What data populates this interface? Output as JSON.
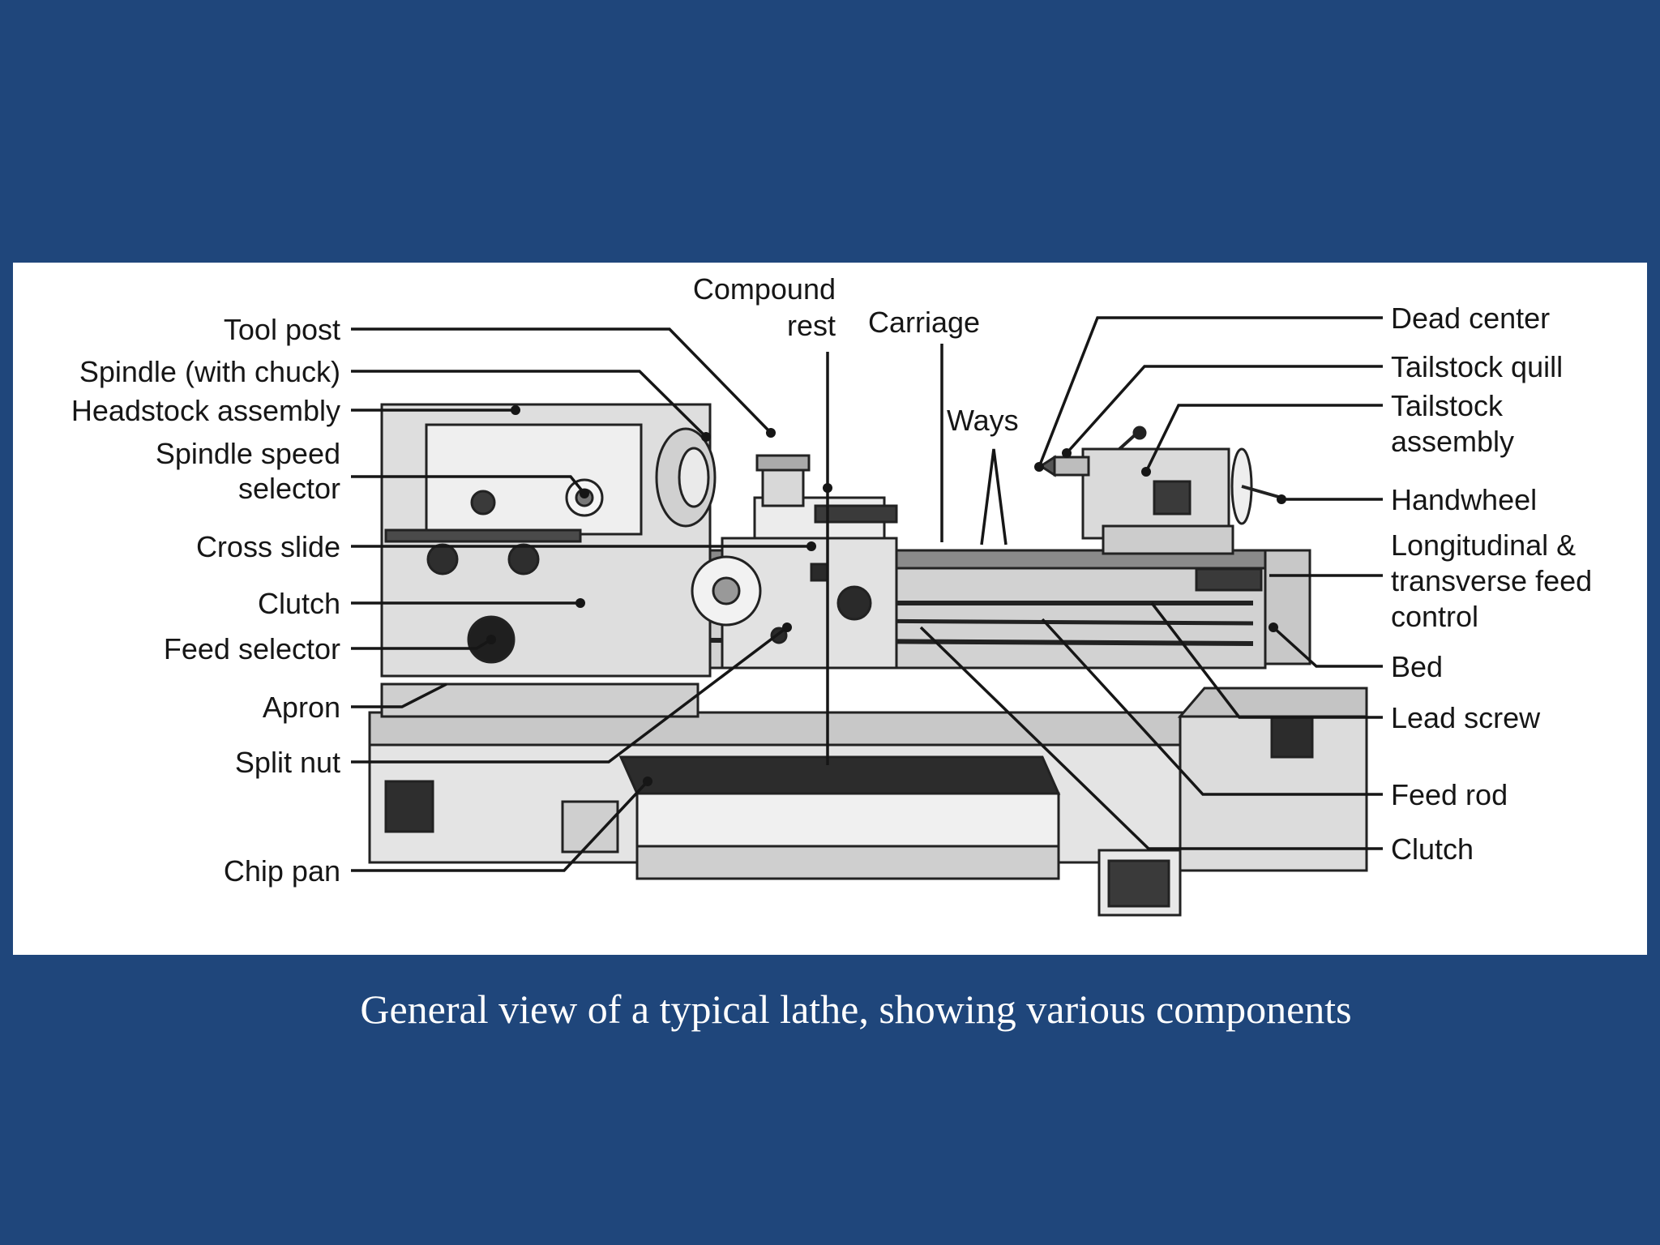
{
  "caption": "General view of a typical lathe, showing various components",
  "colors": {
    "background": "#1f467b",
    "panel": "#ffffff",
    "ink": "#161616",
    "machine_light": "#dcdcdc",
    "machine_dark": "#3a3a3a"
  },
  "labels": {
    "tool_post": "Tool post",
    "spindle": "Spindle (with chuck)",
    "headstock": "Headstock assembly",
    "spindle_speed_1": "Spindle speed",
    "spindle_speed_2": "selector",
    "cross_slide": "Cross slide",
    "clutch_left": "Clutch",
    "feed_selector": "Feed selector",
    "apron": "Apron",
    "split_nut": "Split nut",
    "chip_pan": "Chip pan",
    "compound_1": "Compound",
    "compound_2": "rest",
    "carriage": "Carriage",
    "ways": "Ways",
    "dead_center": "Dead center",
    "tailstock_quill": "Tailstock quill",
    "tailstock_assembly_1": "Tailstock",
    "tailstock_assembly_2": "assembly",
    "handwheel": "Handwheel",
    "feed_control_1": "Longitudinal &",
    "feed_control_2": "transverse feed",
    "feed_control_3": "control",
    "bed": "Bed",
    "lead_screw": "Lead screw",
    "feed_rod": "Feed rod",
    "clutch_right": "Clutch"
  }
}
